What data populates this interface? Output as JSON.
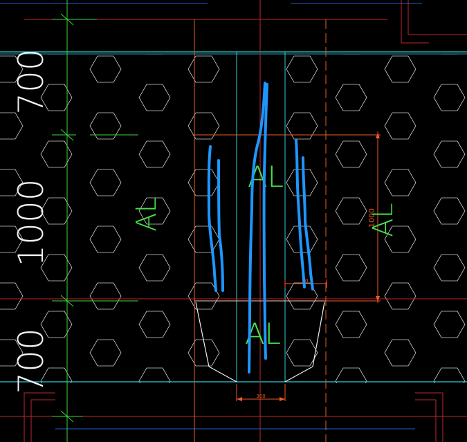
{
  "colors": {
    "background": "#000000",
    "panel_edge": "#2fd0d8",
    "axis_red": "#c0282a",
    "dim_orange": "#f05a28",
    "axis_green": "#3cd83c",
    "hatch_white": "#dcdcdc",
    "sketch_blue": "#1e96ff",
    "text_white": "#f2f2f2",
    "label_green": "#46e046"
  },
  "side_dimensions": {
    "top": "700",
    "middle": "1000",
    "bottom": "700"
  },
  "labels": {
    "left_zone": "AL",
    "center_top": "AL",
    "center_bottom": "AL",
    "right_zone": "AL"
  },
  "dimensions": {
    "right_height": "1000",
    "gap_width": "50",
    "bottom_width": "300"
  },
  "sketch_strokes": [
    "left-rebar-stroke-outer",
    "left-rebar-stroke-inner",
    "center-rebar-stroke-a",
    "center-rebar-stroke-b",
    "right-rebar-stroke-inner",
    "right-rebar-stroke-outer"
  ]
}
